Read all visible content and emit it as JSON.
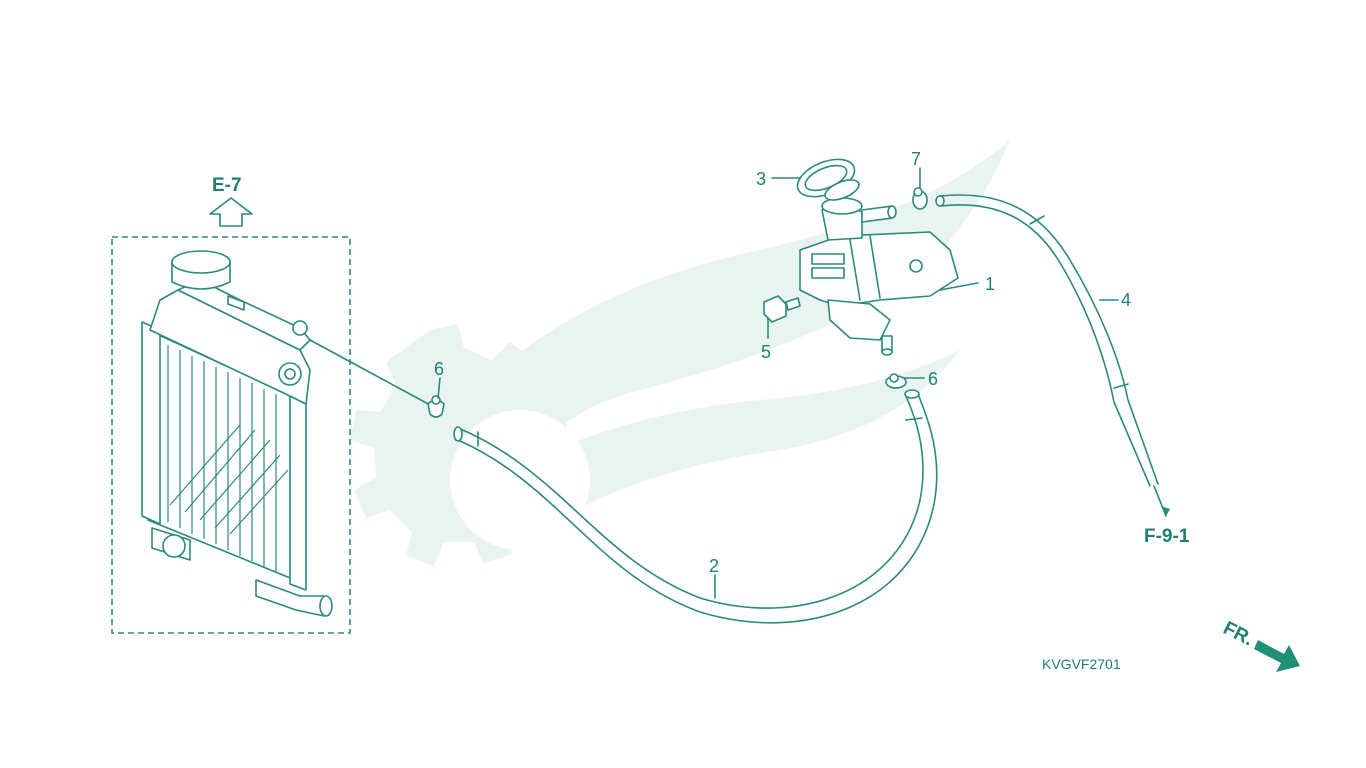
{
  "diagram": {
    "callouts": [
      "1",
      "2",
      "3",
      "4",
      "5",
      "6",
      "6",
      "7"
    ],
    "refs": {
      "up": "E-7",
      "down": "F-9-1"
    },
    "front_label": "FR.",
    "drawing_code": "KVGVF2701"
  },
  "colors": {
    "ink": "#2a8a7c",
    "watermark": "#e7f3ef"
  }
}
